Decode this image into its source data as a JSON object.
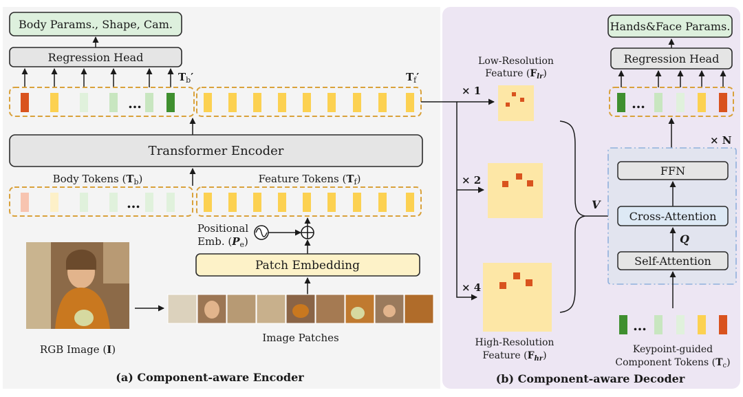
{
  "colors": {
    "left_bg": "#f4f4f4",
    "right_bg": "#ede6f3",
    "output_box": "#ddf0dd",
    "gray_box": "#e5e5e5",
    "yellow_box": "#fdf2c8",
    "blue_box": "#dde9f5",
    "dashed_orange": "#d9a13a",
    "dashed_blue": "#8fb0dc",
    "feature_map": "#fde7a6",
    "keypoint": "#d9531e",
    "token_yellow": "#fcd151",
    "token_green_dark": "#3f8f2f",
    "token_green_light": "#c8e6c0",
    "token_green_pale": "#e0f1dc",
    "token_orange": "#d9531e",
    "token_peach": "#f7c4b0",
    "token_cream": "#fdf0c8"
  },
  "encoder": {
    "output_label": "Body Params., Shape, Cam.",
    "regression_head": "Regression Head",
    "tb_prime": "T",
    "tb_prime_sub": "b",
    "tb_prime_mark": "′",
    "tf_prime": "T",
    "tf_prime_sub": "f",
    "tf_prime_mark": "′",
    "transformer": "Transformer Encoder",
    "body_tokens": "Body Tokens (",
    "body_tokens_sym": "T",
    "body_tokens_sub": "b",
    "body_tokens_close": ")",
    "feature_tokens": "Feature Tokens (",
    "feature_tokens_sym": "T",
    "feature_tokens_sub": "f",
    "feature_tokens_close": ")",
    "positional": "Positional",
    "emb": "Emb. (",
    "emb_sym": "P",
    "emb_sub": "e",
    "emb_close": ")",
    "patch_embedding": "Patch Embedding",
    "rgb_image": "RGB Image (",
    "rgb_sym": "I",
    "rgb_close": ")",
    "image_patches": "Image Patches",
    "ellipsis": "…",
    "caption": "(a) Component-aware Encoder"
  },
  "feature_maps": {
    "low_res_line1": "Low-Resolution",
    "low_res_line2": "Feature (",
    "low_res_sym": "F",
    "low_res_sub": "lr",
    "low_res_close": ")",
    "high_res_line1": "High-Resolution",
    "high_res_line2": "Feature (",
    "high_res_sym": "F",
    "high_res_sub": "hr",
    "high_res_close": ")",
    "scale_1": "× 1",
    "scale_2": "× 2",
    "scale_4": "× 4",
    "v_label": "V"
  },
  "decoder": {
    "output_label": "Hands&Face Params.",
    "regression_head": "Regression Head",
    "ffn": "FFN",
    "cross_attention": "Cross-Attention",
    "self_attention": "Self-Attention",
    "q_label": "Q",
    "repeat": "× N",
    "keypoint_line1": "Keypoint-guided",
    "keypoint_line2": "Component Tokens (",
    "keypoint_sym": "T",
    "keypoint_sub": "c",
    "keypoint_close": ")",
    "ellipsis": "…",
    "caption": "(b) Component-aware Decoder"
  }
}
